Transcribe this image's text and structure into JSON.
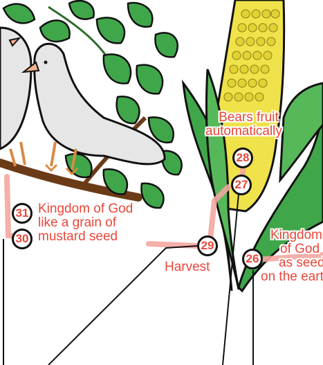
{
  "markers": [
    {
      "id": "31",
      "label": "31"
    },
    {
      "id": "30",
      "label": "30"
    },
    {
      "id": "29",
      "label": "29"
    },
    {
      "id": "28",
      "label": "28"
    },
    {
      "id": "27",
      "label": "27"
    },
    {
      "id": "26",
      "label": "26"
    }
  ],
  "labels": {
    "mustard_seed": [
      "Kingdom of God",
      "like a grain of",
      "mustard seed"
    ],
    "harvest": "Harvest",
    "bears_fruit": [
      "Bears fruit",
      "automatically"
    ],
    "kingdom_seed": [
      "Kingdom",
      "of God",
      "as seed",
      "on the earth"
    ]
  },
  "colors": {
    "label_text": "#e8473a",
    "highlight": "#f3a7a0",
    "leaf_green": "#3fa64a",
    "corn_yellow": "#efe24a",
    "outline": "#111111"
  },
  "icons": [
    "dove-icon",
    "dove-icon",
    "leafy-branch-icon",
    "corn-plant-icon"
  ]
}
